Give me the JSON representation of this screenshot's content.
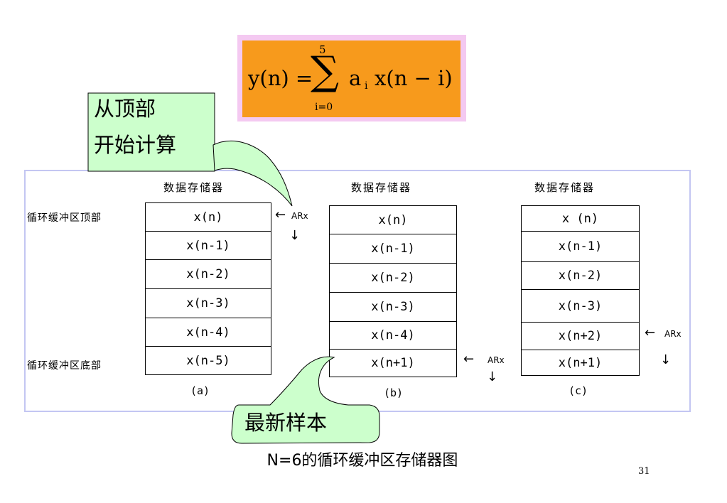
{
  "formula": {
    "lhs": "y(n) =",
    "sigma": "∑",
    "upper": "5",
    "lower": "i=0",
    "a": "a",
    "sub_i": "i",
    "rhs": "x(n − i)"
  },
  "callouts": {
    "top_line1": "从顶部",
    "top_line2": "开始计算",
    "newest": "最新样本"
  },
  "diagram": {
    "column_title": "数据存储器",
    "top_label": "循环缓冲区顶部",
    "bottom_label": "循环缓冲区底部",
    "pointer_label": "ARx",
    "pointer_arrow_left": "←",
    "pointer_arrow_down": "↓",
    "columns": [
      {
        "caption": "(a)",
        "cells": [
          "x(n)",
          "x(n-1)",
          "x(n-2)",
          "x(n-3)",
          "x(n-4)",
          "x(n-5)"
        ]
      },
      {
        "caption": "(b)",
        "cells": [
          "x(n)",
          "x(n-1)",
          "x(n-2)",
          "x(n-3)",
          "x(n-4)",
          "x(n+1)"
        ]
      },
      {
        "caption": "(c)",
        "cells": [
          "x (n)",
          "x(n-1)",
          "x(n-2)",
          "x(n-3)",
          "x(n+2)",
          "x(n+1)"
        ]
      }
    ]
  },
  "caption": "N=6的循环缓冲区存储器图",
  "page_number": "31"
}
